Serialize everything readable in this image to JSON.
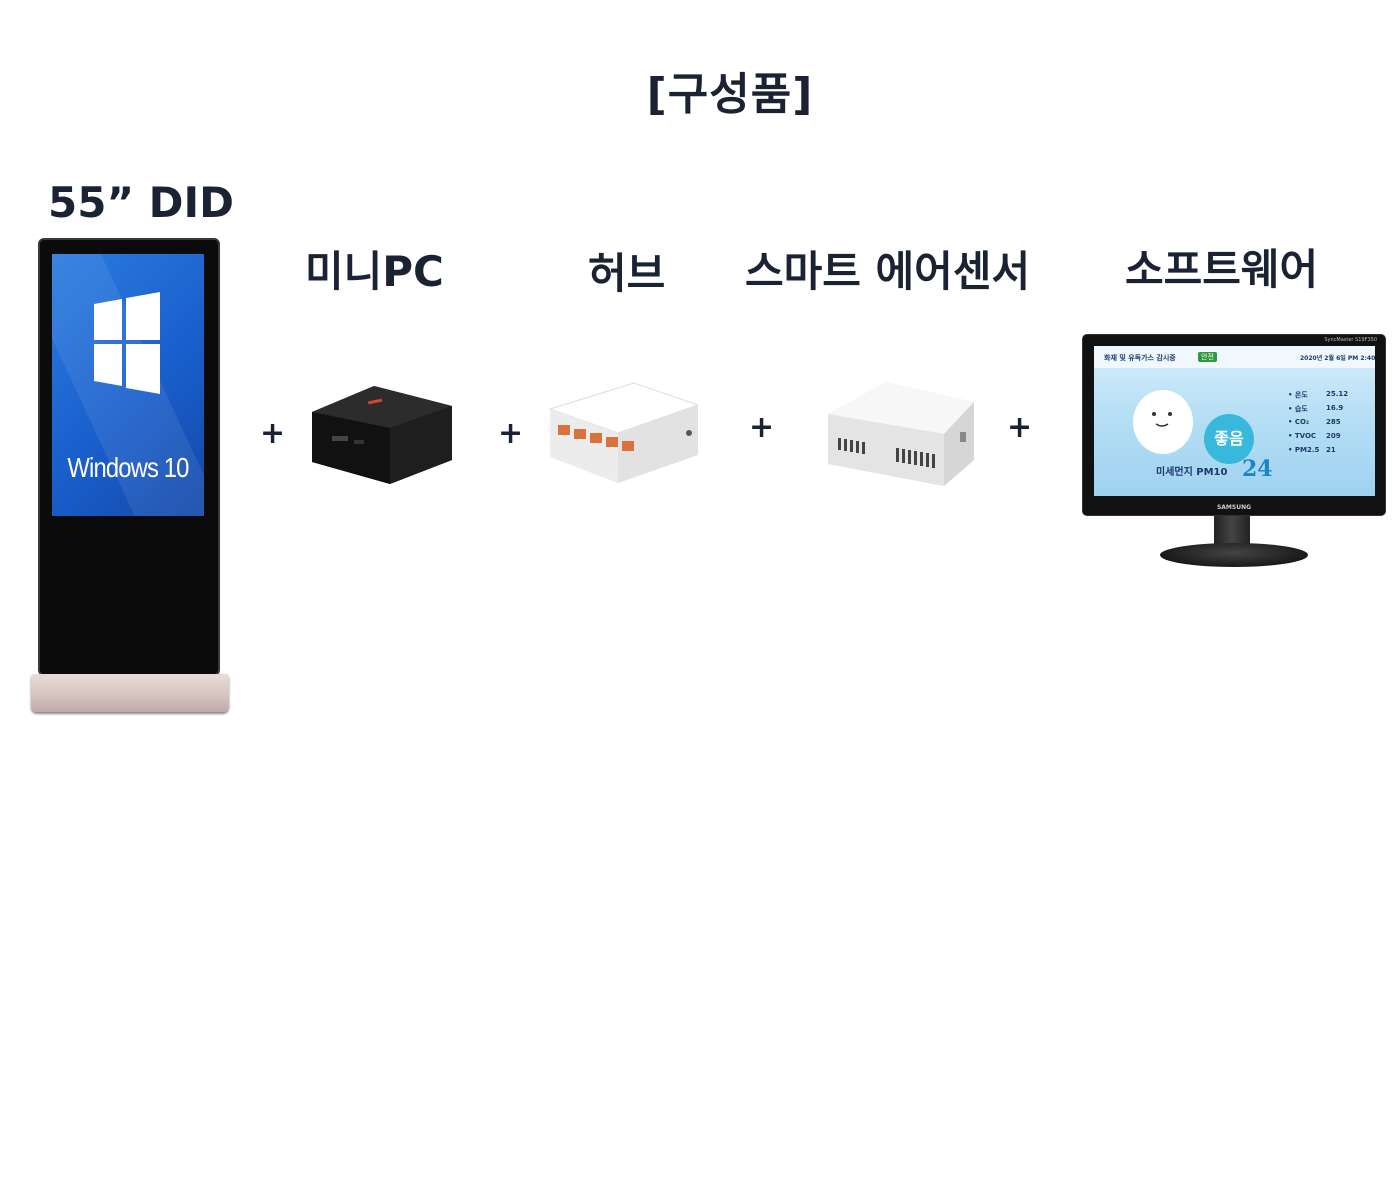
{
  "title": "[구성품]",
  "components": [
    {
      "label": "55”  DID"
    },
    {
      "label": "미니PC"
    },
    {
      "label": "허브"
    },
    {
      "label": "스마트 에어센서"
    },
    {
      "label": "소프트웨어"
    }
  ],
  "plus_sign": "+",
  "did_screen": {
    "text": "Windows 10"
  },
  "monitor": {
    "brand": "SAMSUNG",
    "model": "SyncMaster S19F350",
    "header": "화재 및 유독가스 감시중",
    "status": "안전",
    "datetime": "2020년 2월 6일 PM 2:40",
    "status_word": "좋음",
    "readings": [
      {
        "name": "• 온도",
        "value": "25.12"
      },
      {
        "name": "• 습도",
        "value": "16.9"
      },
      {
        "name": "• CO₂",
        "value": "285"
      },
      {
        "name": "• TVOC",
        "value": "209"
      },
      {
        "name": "• PM2.5",
        "value": "21"
      }
    ],
    "pm_label": "미세먼지 PM10",
    "pm_value": "24"
  },
  "colors": {
    "text": "#1a2233",
    "windows_blue": "#1a5fcc",
    "good_badge": "#38b8dd",
    "status_green": "#2e9a3e"
  }
}
